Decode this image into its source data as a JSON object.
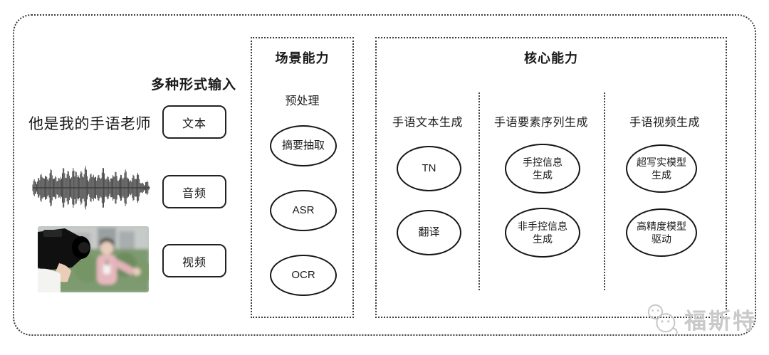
{
  "diagram": {
    "input_section": {
      "label": "多种形式输入",
      "sample_text": "他是我的手语老师",
      "items": [
        {
          "label": "文本"
        },
        {
          "label": "音频"
        },
        {
          "label": "视频"
        }
      ]
    },
    "scene_box": {
      "title": "场景能力",
      "subtitle": "预处理",
      "nodes": [
        "摘要抽取",
        "ASR",
        "OCR"
      ]
    },
    "core_box": {
      "title": "核心能力",
      "columns": [
        {
          "header": "手语文本生成",
          "nodes": [
            "TN",
            "翻译"
          ]
        },
        {
          "header": "手语要素序列生成",
          "nodes": [
            "手控信息\n生成",
            "非手控信息\n生成"
          ]
        },
        {
          "header": "手语视频生成",
          "nodes": [
            "超写实模型\n生成",
            "高精度模型\n驱动"
          ]
        }
      ]
    },
    "watermark": {
      "text": "福斯特"
    }
  },
  "icons": {
    "audio_waveform": "audio-waveform-graphic",
    "video_thumbnail": "reporter-being-filmed-photo",
    "watermark_logo": "mascot-faces-logo"
  },
  "colors": {
    "line": "#1a1a1a",
    "border_dotted": "#3b3b3b",
    "watermark": "#c9c9c9",
    "background": "#ffffff"
  }
}
